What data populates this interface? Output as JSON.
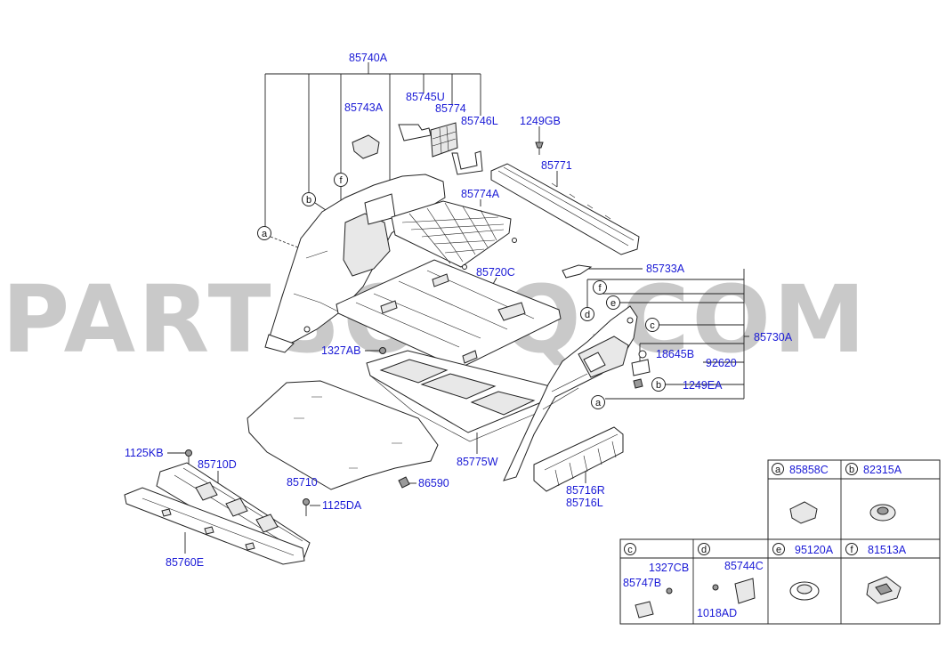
{
  "watermark": "PARTSOUQ.COM",
  "part_labels": {
    "p85740A": "85740A",
    "p85743A": "85743A",
    "p85745U": "85745U",
    "p85774": "85774",
    "p85746L": "85746L",
    "p1249GB": "1249GB",
    "p85771": "85771",
    "p85774A": "85774A",
    "p85720C": "85720C",
    "p85733A": "85733A",
    "p85730A": "85730A",
    "p1327AB": "1327AB",
    "p18645B": "18645B",
    "p92620": "92620",
    "p1249EA": "1249EA",
    "p1125KB": "1125KB",
    "p85710D": "85710D",
    "p85775W": "85775W",
    "p85710": "85710",
    "p86590": "86590",
    "p1125DA": "1125DA",
    "p85716R": "85716R",
    "p85716L": "85716L",
    "p85760E": "85760E"
  },
  "callout_letters": {
    "a": "a",
    "b": "b",
    "c": "c",
    "d": "d",
    "e": "e",
    "f": "f"
  },
  "legend": {
    "a": "85858C",
    "b": "82315A",
    "c_top": "1327CB",
    "c_bottom": "85747B",
    "d_top": "85744C",
    "d_bottom": "1018AD",
    "e": "95120A",
    "f": "81513A"
  }
}
